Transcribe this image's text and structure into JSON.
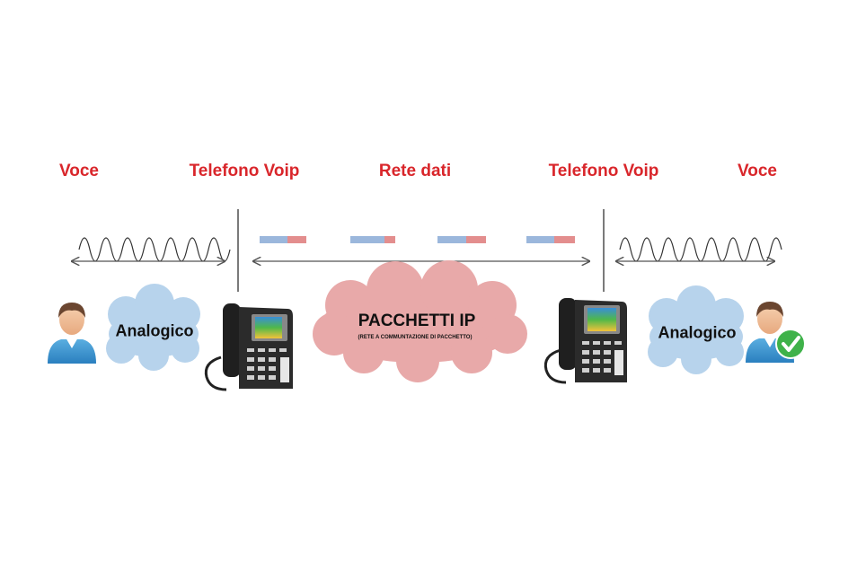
{
  "headers": {
    "voce_left": "Voce",
    "telefono_left": "Telefono Voip",
    "rete": "Rete dati",
    "telefono_right": "Telefono Voip",
    "voce_right": "Voce"
  },
  "clouds": {
    "analog_left": "Analogico",
    "network_title": "PACCHETTI  IP",
    "network_subtitle": "(RETE A COMMUNTAZIONE DI PACCHETTO)",
    "analog_right": "Analogico"
  },
  "icons": [
    "user-icon",
    "voip-phone-icon",
    "checkmark-icon",
    "sine-wave-icon",
    "data-packet-icon"
  ],
  "colors": {
    "header_red": "#d9262b",
    "analog_cloud": "#b7d3ec",
    "network_cloud": "#e8a9a9",
    "packet_blue": "#9bb7dc",
    "packet_red": "#e38e8e",
    "check_green": "#3fb24a"
  }
}
